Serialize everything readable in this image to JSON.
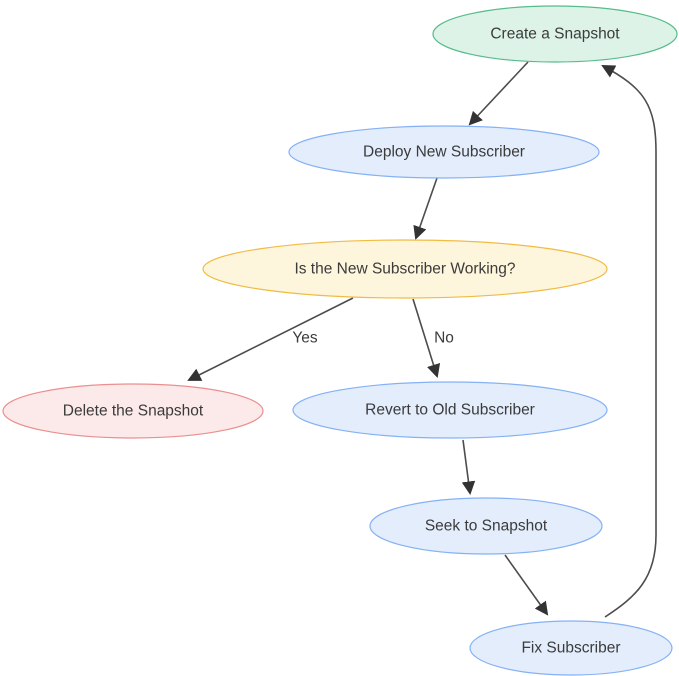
{
  "diagram": {
    "type": "flowchart",
    "background": "#ffffff",
    "edge_color": "#4d4d4d",
    "arrow_color": "#333333",
    "text_color": "#3b3b3b",
    "nodes": {
      "create_snapshot": {
        "label": "Create a Snapshot",
        "shape": "ellipse",
        "fill": "#def3e8",
        "stroke": "#57bb8a"
      },
      "deploy_new_subscriber": {
        "label": "Deploy New Subscriber",
        "shape": "ellipse",
        "fill": "#e3edfc",
        "stroke": "#85b1f5"
      },
      "is_new_subscriber_working": {
        "label": "Is the New Subscriber Working?",
        "shape": "ellipse",
        "fill": "#fdf5dc",
        "stroke": "#f0bc42"
      },
      "delete_the_snapshot": {
        "label": "Delete the Snapshot",
        "shape": "ellipse",
        "fill": "#fce9e9",
        "stroke": "#eb8f8f"
      },
      "revert_to_old_subscriber": {
        "label": "Revert to Old Subscriber",
        "shape": "ellipse",
        "fill": "#e3edfc",
        "stroke": "#85b1f5"
      },
      "seek_to_snapshot": {
        "label": "Seek to Snapshot",
        "shape": "ellipse",
        "fill": "#e3edfc",
        "stroke": "#85b1f5"
      },
      "fix_subscriber": {
        "label": "Fix Subscriber",
        "shape": "ellipse",
        "fill": "#e3edfc",
        "stroke": "#85b1f5"
      }
    },
    "edges": [
      {
        "from": "create_snapshot",
        "to": "deploy_new_subscriber",
        "label": ""
      },
      {
        "from": "deploy_new_subscriber",
        "to": "is_new_subscriber_working",
        "label": ""
      },
      {
        "from": "is_new_subscriber_working",
        "to": "delete_the_snapshot",
        "label": "Yes"
      },
      {
        "from": "is_new_subscriber_working",
        "to": "revert_to_old_subscriber",
        "label": "No"
      },
      {
        "from": "revert_to_old_subscriber",
        "to": "seek_to_snapshot",
        "label": ""
      },
      {
        "from": "seek_to_snapshot",
        "to": "fix_subscriber",
        "label": ""
      },
      {
        "from": "fix_subscriber",
        "to": "create_snapshot",
        "label": ""
      }
    ]
  }
}
